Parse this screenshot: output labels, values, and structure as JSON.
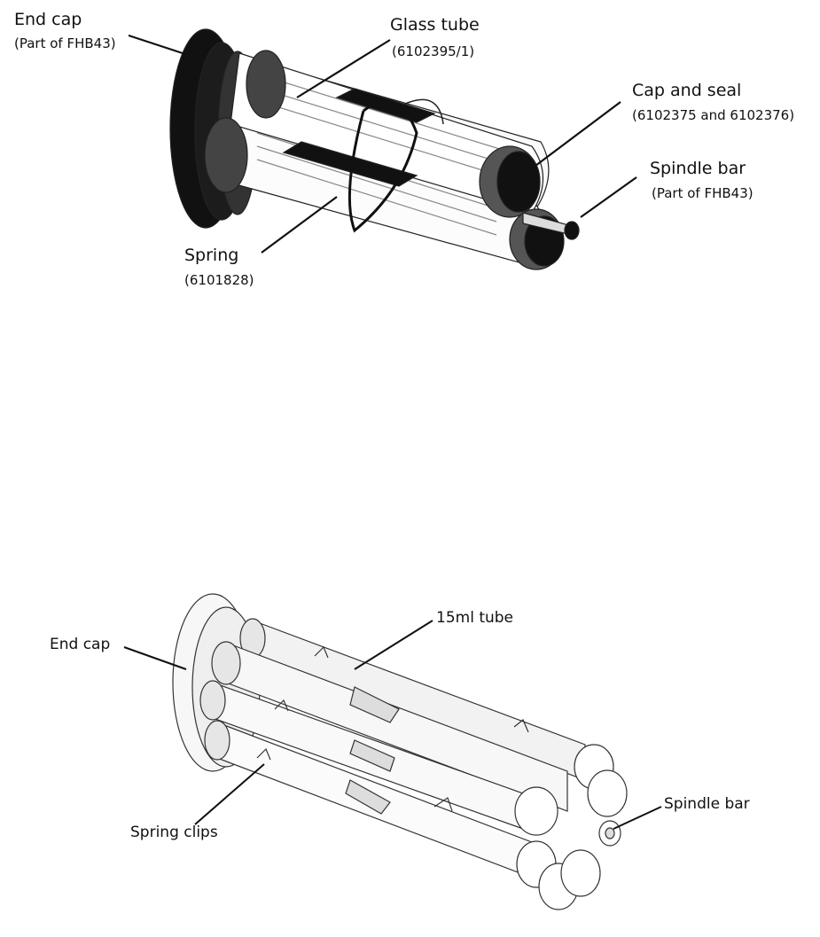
{
  "diagram1": {
    "end_cap": {
      "name": "End cap",
      "part": "(Part of FHB43)"
    },
    "glass_tube": {
      "name": "Glass tube",
      "part": "(6102395/1)"
    },
    "cap_and_seal": {
      "name": "Cap and seal",
      "part": "(6102375 and 6102376)"
    },
    "spindle_bar": {
      "name": "Spindle bar",
      "part": "(Part of FHB43)"
    },
    "spring": {
      "name": "Spring",
      "part": "(6101828)"
    }
  },
  "diagram2": {
    "end_cap": "End cap",
    "tube": "15ml tube",
    "spindle_bar": "Spindle bar",
    "spring_clips": "Spring clips"
  }
}
